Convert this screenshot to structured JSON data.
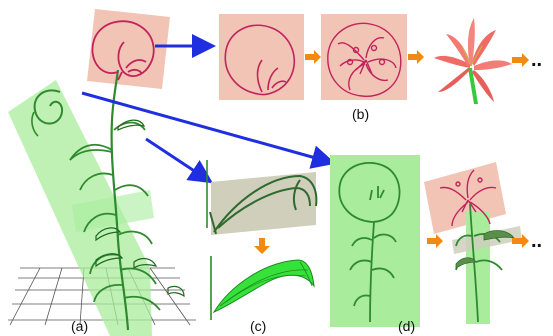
{
  "figure": {
    "panels": [
      {
        "id": "a",
        "label": "(a)"
      },
      {
        "id": "b",
        "label": "(b)"
      },
      {
        "id": "c",
        "label": "(c)"
      },
      {
        "id": "d",
        "label": "(d)"
      }
    ],
    "continuation_mark": "..",
    "colors": {
      "flower_sketch": "#c0245a",
      "stem_sketch": "#2f8a2f",
      "flower_region": "#f2c4b5",
      "stem_region": "#a9ec9c",
      "leaf_region": "#cfcfbc",
      "link_arrow": "#1f2fe0",
      "step_arrow": "#f08a10",
      "lily_petal": "#ef6b66",
      "leaf_3d": "#36e23a"
    }
  }
}
